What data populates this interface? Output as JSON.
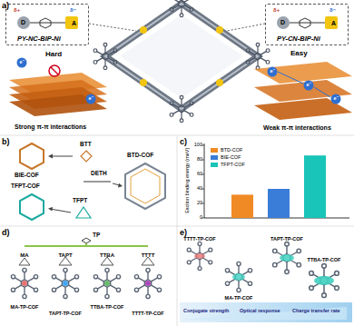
{
  "diagram": {
    "nodes": [
      {
        "text": [
          "D",
          "A",
          "δ+",
          "δ−",
          "PY-NC-BIP-Ni"
        ]
      },
      {
        "text": [
          "D",
          "A",
          "δ+",
          "δ−",
          "PY-CN-BIP-Ni"
        ]
      }
    ],
    "labels": [
      "a)",
      "Hard",
      "Strong π-π interactions",
      "Easy",
      "Weak π-π interactions",
      "e⁻",
      "e⁻",
      "e⁻",
      "e⁻",
      "e⁻",
      "b)",
      "BTT",
      "DETH",
      "TFPT",
      "BIE-COF",
      "BTD-COF",
      "TFPT-COF",
      "c)",
      "Exciton binding energy (meV)",
      "0",
      "20",
      "40",
      "60",
      "80",
      "100",
      "d)",
      "TP",
      "MA",
      "TAPT",
      "TTBA",
      "TTTT",
      "MA-TP-COF",
      "TAPT-TP-COF",
      "TTBA-TP-COF",
      "TTTT-TP-COF",
      "e)",
      "TTTT-TP-COF",
      "MA-TP-COF",
      "TAPT-TP-COF",
      "TTBA-TP-COF",
      "Conjugate strength",
      "Optical response",
      "Charge transfer rate"
    ],
    "legend": [
      {
        "text": "BTD-COF",
        "color": "#f08a24"
      },
      {
        "text": "BIE-COF",
        "color": "#3a7dd8"
      },
      {
        "text": "TFPT-COF",
        "color": "#19c4b8"
      }
    ]
  }
}
